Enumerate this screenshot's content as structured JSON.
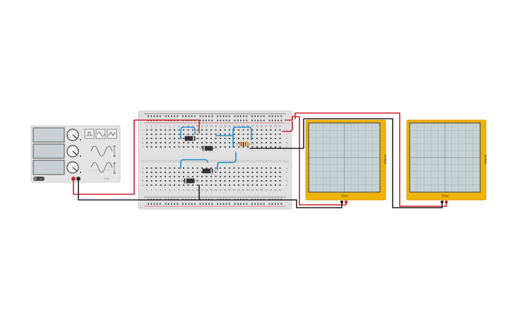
{
  "workspace": {
    "background": "#ffffff"
  },
  "function_generator": {
    "brand": "Ч-Кч",
    "power_label": "On",
    "waveform_buttons": [
      "square-wave-icon",
      "sine-wave-icon",
      "triangle-wave-icon"
    ],
    "body_color": "#e4e4e4",
    "display_color": "#c9d0d4"
  },
  "breadboard": {
    "body_color": "#e0e0e0",
    "rail_plus": "+",
    "rail_minus": "−",
    "column_numbers": [
      "1",
      "2",
      "3",
      "4",
      "5",
      "6",
      "7",
      "8",
      "9",
      "10",
      "11",
      "12",
      "13",
      "14",
      "15",
      "16",
      "17",
      "18",
      "19",
      "20",
      "21",
      "22",
      "23",
      "24",
      "25",
      "26",
      "27",
      "28",
      "29",
      "30"
    ],
    "row_letters_top": [
      "j",
      "i",
      "h",
      "g",
      "f"
    ],
    "row_letters_bottom": [
      "e",
      "d",
      "c",
      "b",
      "a"
    ]
  },
  "oscilloscopes": [
    {
      "name": "scope-1",
      "side_label": "Vi Mult",
      "bottom_label": "Time",
      "frame_color": "#f0b400",
      "screen_color": "#c8d2d4"
    },
    {
      "name": "scope-2",
      "side_label": "Vi Mult",
      "bottom_label": "Time",
      "frame_color": "#f0b400",
      "screen_color": "#c8d2d4"
    }
  ],
  "components": {
    "diodes": 4,
    "resistors": 1
  },
  "colors": {
    "wire_red": "#d0202a",
    "wire_black": "#222222",
    "wire_blue": "#1b8fd0",
    "diode_body": "#333333"
  }
}
